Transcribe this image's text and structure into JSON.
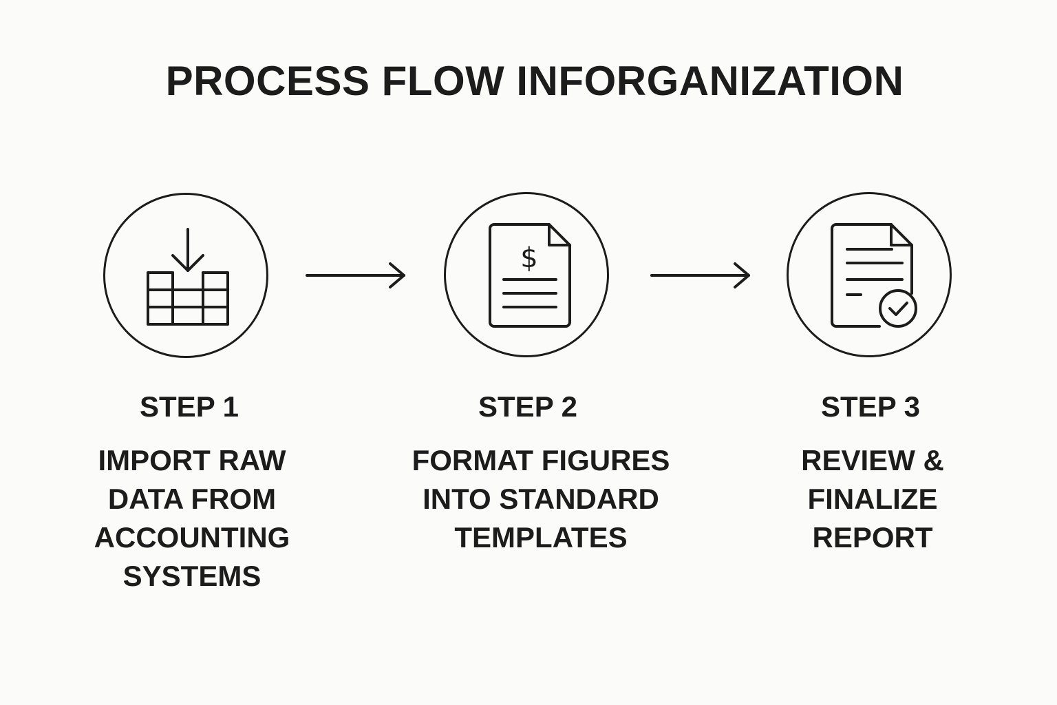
{
  "title": "PROCESS FLOW INFORGANIZATION",
  "steps": [
    {
      "label": "STEP 1",
      "description": "IMPORT RAW\nDATA FROM\nACCOUNTING\nSYSTEMS",
      "icon": "download-table-icon"
    },
    {
      "label": "STEP 2",
      "description": "FORMAT FIGURES\nINTO STANDARD\nTEMPLATES",
      "icon": "dollar-document-icon"
    },
    {
      "label": "STEP 3",
      "description": "REVIEW &\nFINALIZE\nREPORT",
      "icon": "checked-document-icon"
    }
  ],
  "colors": {
    "ink": "#1c1c1c",
    "background": "#fbfbf9"
  }
}
